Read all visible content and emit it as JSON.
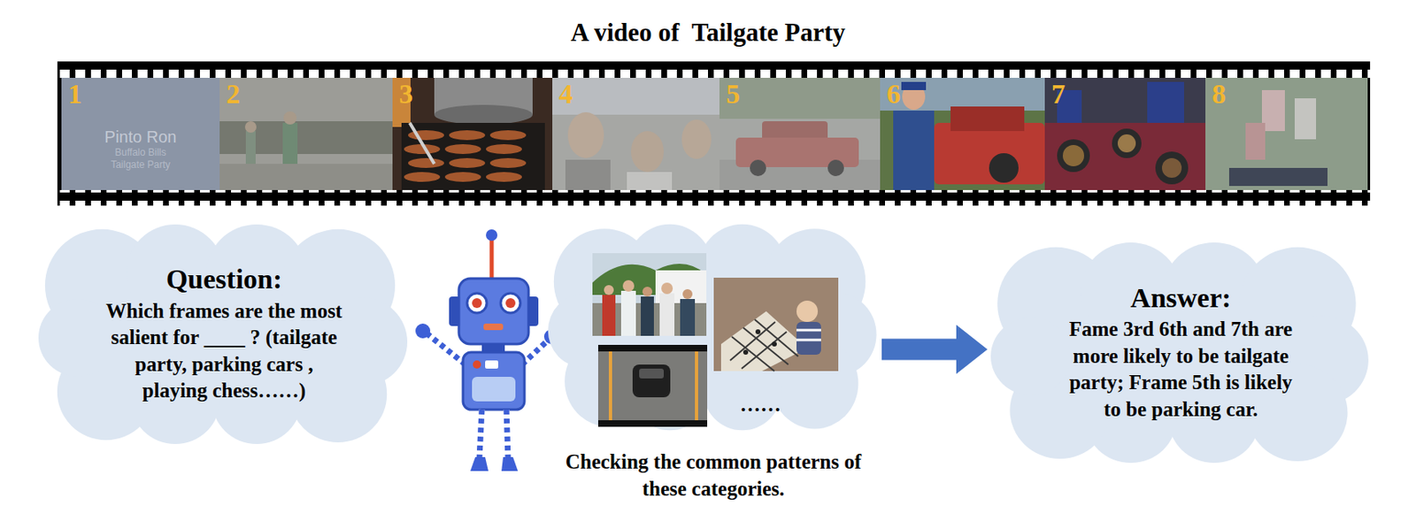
{
  "diagram": {
    "title": "A video of  Tailgate Party",
    "nodes": [
      {
        "text": [
          "Question:",
          "Which frames are the most salient for ____ ? (tailgate party, parking cars , playing chess……)"
        ]
      },
      {
        "text": [
          "……",
          "Checking the common patterns of these categories."
        ]
      },
      {
        "text": [
          "Answer:",
          "Fame 3rd 6th and 7th are more likely to be tailgate party; Frame 5th is likely to be parking car."
        ]
      }
    ],
    "edges": [
      {
        "from": 1,
        "to": 2,
        "arrow": "to"
      }
    ],
    "labels": [
      "1",
      "2",
      "3",
      "4",
      "5",
      "6",
      "7",
      "8",
      "Pinto Ron",
      "Buffalo Bills",
      "Tailgate Party"
    ]
  }
}
